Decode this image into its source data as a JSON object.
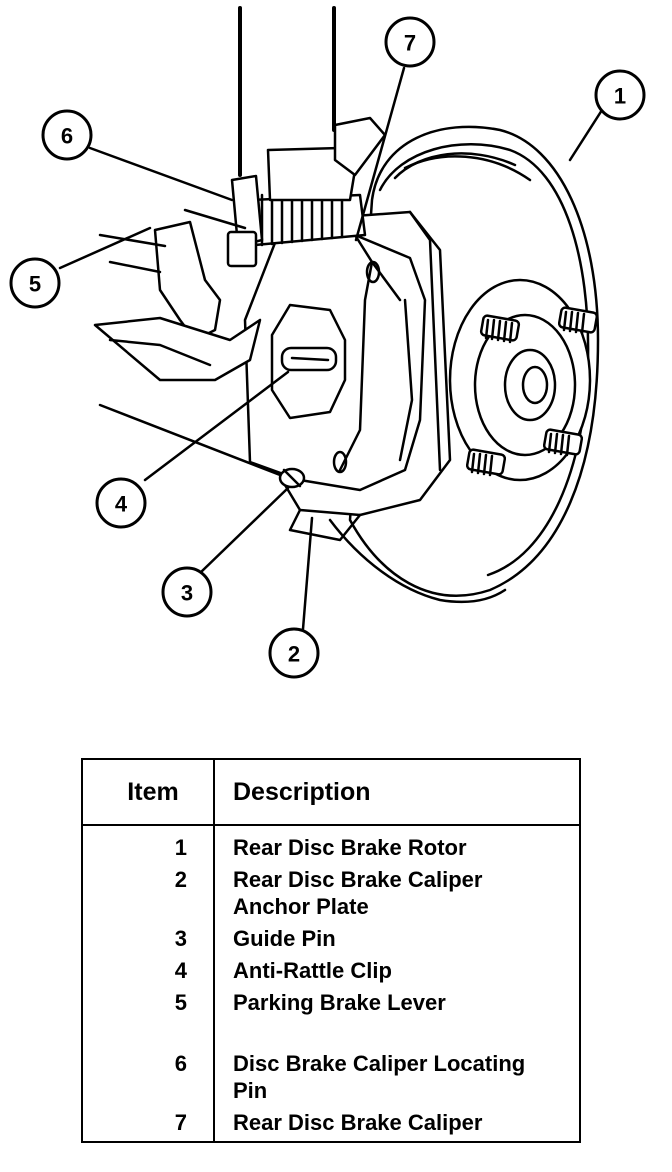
{
  "callouts": [
    {
      "number": "1"
    },
    {
      "number": "2"
    },
    {
      "number": "3"
    },
    {
      "number": "4"
    },
    {
      "number": "5"
    },
    {
      "number": "6"
    },
    {
      "number": "7"
    }
  ],
  "legend": {
    "header_item": "Item",
    "header_description": "Description",
    "rows": [
      {
        "item": "1",
        "description": "Rear Disc Brake Rotor"
      },
      {
        "item": "2",
        "description": "Rear Disc Brake Caliper\nAnchor Plate"
      },
      {
        "item": "3",
        "description": "Guide Pin"
      },
      {
        "item": "4",
        "description": "Anti-Rattle Clip"
      },
      {
        "item": "5",
        "description": "Parking Brake Lever"
      },
      {
        "item": "6",
        "description": "Disc Brake Caliper Locating\nPin"
      },
      {
        "item": "7",
        "description": "Rear Disc Brake Caliper"
      }
    ]
  }
}
